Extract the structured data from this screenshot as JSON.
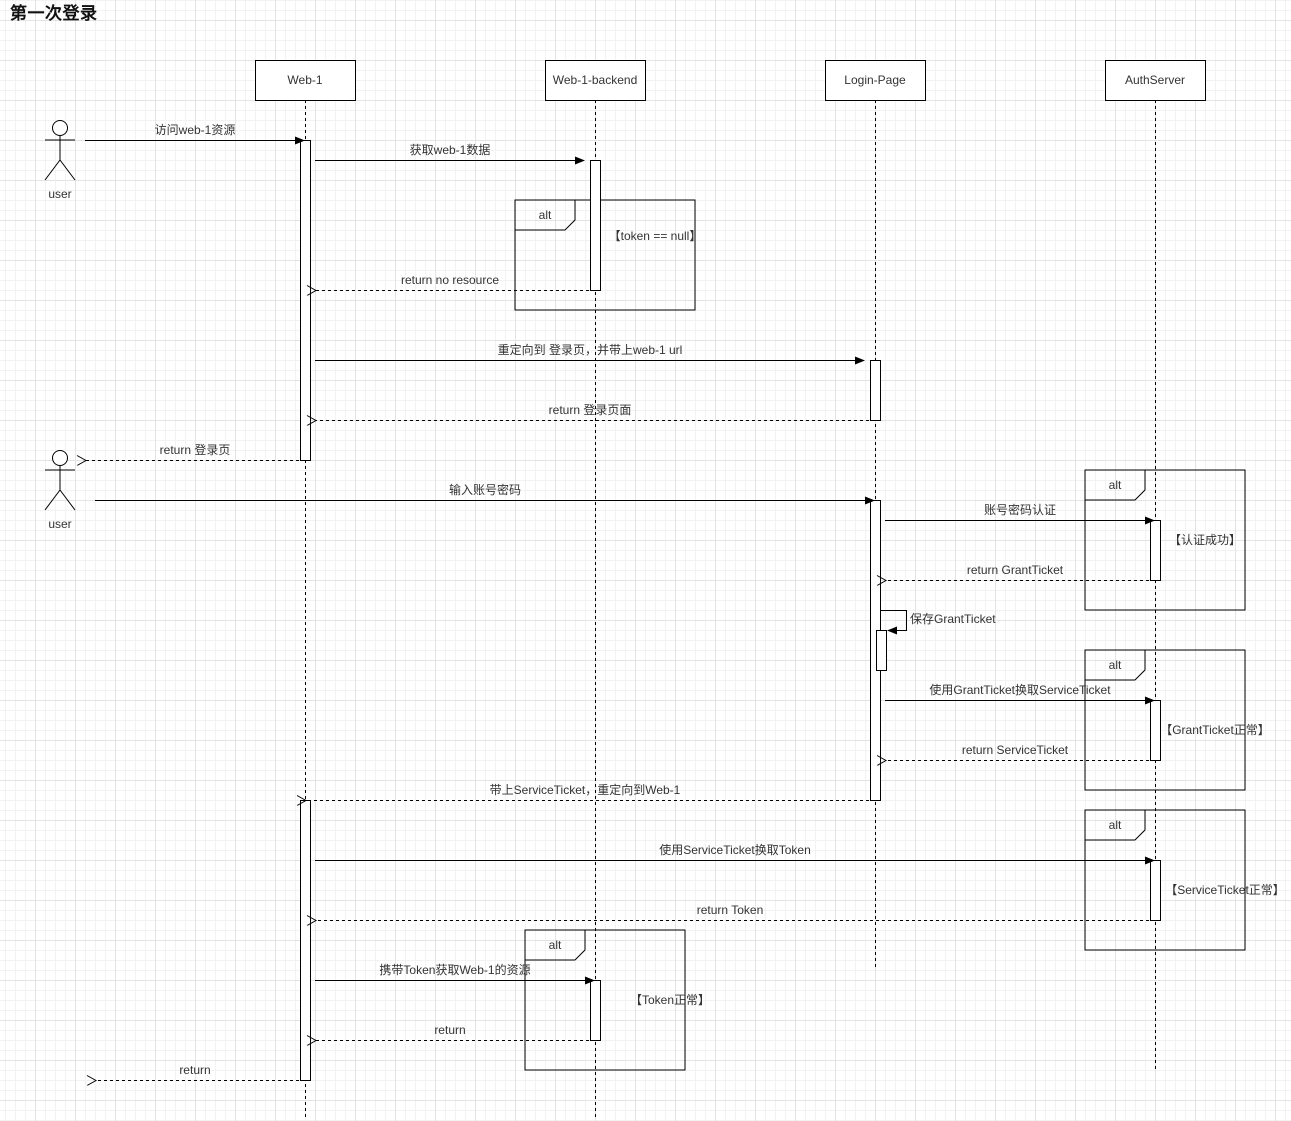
{
  "title": "第一次登录",
  "participants": [
    {
      "id": "web1",
      "label": "Web-1",
      "kind": "box"
    },
    {
      "id": "backend",
      "label": "Web-1-backend",
      "kind": "box"
    },
    {
      "id": "login",
      "label": "Login-Page",
      "kind": "box"
    },
    {
      "id": "auth",
      "label": "AuthServer",
      "kind": "box"
    }
  ],
  "actors": [
    {
      "id": "user1",
      "label": "user"
    },
    {
      "id": "user2",
      "label": "user"
    }
  ],
  "messages": [
    {
      "from": "user1",
      "to": "web1",
      "label": "访问web-1资源",
      "type": "sync"
    },
    {
      "from": "web1",
      "to": "backend",
      "label": "获取web-1数据",
      "type": "sync"
    },
    {
      "from": "backend",
      "to": "web1",
      "label": "return no resource",
      "type": "return"
    },
    {
      "from": "web1",
      "to": "login",
      "label": "重定向到 登录页，并带上web-1 url",
      "type": "sync"
    },
    {
      "from": "login",
      "to": "web1",
      "label": "return 登录页面",
      "type": "return"
    },
    {
      "from": "web1",
      "to": "user1",
      "label": "return 登录页",
      "type": "return"
    },
    {
      "from": "user2",
      "to": "login",
      "label": "输入账号密码",
      "type": "sync"
    },
    {
      "from": "login",
      "to": "auth",
      "label": "账号密码认证",
      "type": "sync"
    },
    {
      "from": "auth",
      "to": "login",
      "label": "return GrantTicket",
      "type": "return"
    },
    {
      "from": "login",
      "to": "login",
      "label": "保存GrantTicket",
      "type": "self"
    },
    {
      "from": "login",
      "to": "auth",
      "label": "使用GrantTicket换取ServiceTicket",
      "type": "sync"
    },
    {
      "from": "auth",
      "to": "login",
      "label": "return ServiceTicket",
      "type": "return"
    },
    {
      "from": "login",
      "to": "web1",
      "label": "带上ServiceTicket，重定向到Web-1",
      "type": "return"
    },
    {
      "from": "web1",
      "to": "auth",
      "label": "使用ServiceTicket换取Token",
      "type": "sync"
    },
    {
      "from": "auth",
      "to": "web1",
      "label": "return Token",
      "type": "return"
    },
    {
      "from": "web1",
      "to": "backend",
      "label": "携带Token获取Web-1的资源",
      "type": "sync"
    },
    {
      "from": "backend",
      "to": "web1",
      "label": "return",
      "type": "return"
    },
    {
      "from": "web1",
      "to": "user2",
      "label": "return",
      "type": "return"
    }
  ],
  "fragments": [
    {
      "operator": "alt",
      "guard": "【token == null】",
      "covers": "backend"
    },
    {
      "operator": "alt",
      "guard": "【认证成功】",
      "covers": "auth"
    },
    {
      "operator": "alt",
      "guard": "【GrantTicket正常】",
      "covers": "auth"
    },
    {
      "operator": "alt",
      "guard": "【ServiceTicket正常】",
      "covers": "auth"
    },
    {
      "operator": "alt",
      "guard": "【Token正常】",
      "covers": "backend"
    }
  ]
}
